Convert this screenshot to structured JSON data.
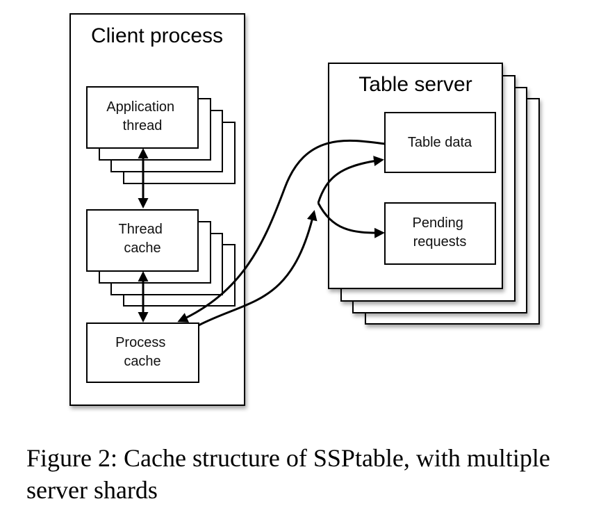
{
  "client": {
    "title": "Client process"
  },
  "server": {
    "title": "Table server"
  },
  "nodes": {
    "application_thread": [
      "Application",
      "thread"
    ],
    "thread_cache": [
      "Thread",
      "cache"
    ],
    "process_cache": [
      "Process",
      "cache"
    ],
    "table_data": [
      "Table data"
    ],
    "pending_requests": [
      "Pending",
      "requests"
    ]
  },
  "caption": {
    "label": "Figure 2:",
    "text": "Cache structure of SSPtable, with multiple server shards"
  }
}
